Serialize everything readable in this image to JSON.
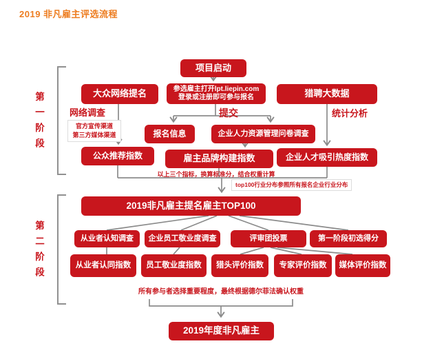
{
  "page_title": "2019 非凡雇主评选流程",
  "colors": {
    "accent_red": "#C8161D",
    "title_orange": "#ED7C1F",
    "line_gray": "#8B8B8B"
  },
  "phases": {
    "phase1": "第一阶段",
    "phase2": "第二阶段"
  },
  "flow_labels": {
    "submit": "提交",
    "network_survey": "网络调查",
    "stat_analysis": "统计分析"
  },
  "boxes": {
    "project_start": "项目启动",
    "register_line1": "参选雇主打开lpt.liepin.com",
    "register_line2": "登录或注册即可参与报名",
    "mass_nomination": "大众网络提名",
    "liepin_bigdata": "猎聘大数据",
    "registration_info": "报名信息",
    "hr_questionnaire": "企业人力资源管理问卷调查",
    "public_recommend_index": "公众推荐指数",
    "employer_brand_index": "雇主品牌构建指数",
    "talent_attraction_index": "企业人才吸引热度指数",
    "top100": "2019非凡雇主提名雇主TOP100",
    "practitioner_survey": "从业者认知调查",
    "employee_survey": "企业员工敬业度调查",
    "jury_vote": "评审团投票",
    "phase1_score": "第一阶段初选得分",
    "practitioner_index": "从业者认同指数",
    "engagement_index": "员工敬业度指数",
    "headhunter_index": "猎头评价指数",
    "expert_index": "专家评价指数",
    "media_index": "媒体评价指数",
    "final_award": "2019年度非凡雇主"
  },
  "notes": {
    "channels_line1": "官方宣传渠道",
    "channels_line2": "第三方媒体渠道",
    "top100_distribution": "top100行业分布参照所有报名企业行业分布",
    "score_calc": "以上三个指标，换算标准分，结合权重计算",
    "weight_confirm": "所有参与者选择重要程度，最终根据德尔菲法确认权重"
  }
}
